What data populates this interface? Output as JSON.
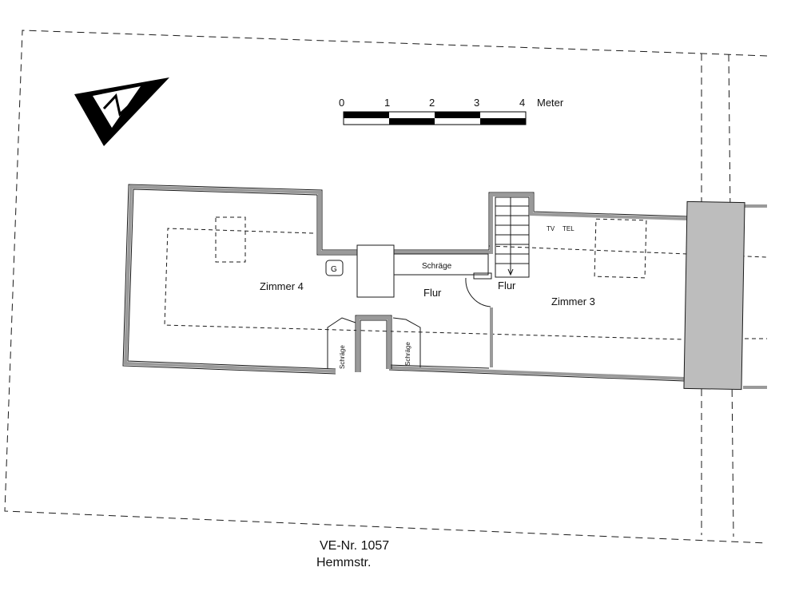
{
  "scale": {
    "ticks": [
      "0",
      "1",
      "2",
      "3",
      "4"
    ],
    "unit": "Meter"
  },
  "rooms": {
    "zimmer4": "Zimmer 4",
    "zimmer3": "Zimmer 3",
    "flur_main": "Flur",
    "flur_stairs": "Flur"
  },
  "labels": {
    "schraege_top": "Schräge",
    "schraege_left": "Schräge",
    "schraege_right": "Schräge",
    "gas": "G",
    "tv": "TV",
    "tel": "TEL"
  },
  "caption": {
    "ve_nr": "VE-Nr. 1057",
    "street": "Hemmstr."
  },
  "colors": {
    "wall": "#9a9a9a",
    "chimney": "#bdbdbd",
    "line": "#1a1a1a",
    "scale_dark": "#000000"
  }
}
